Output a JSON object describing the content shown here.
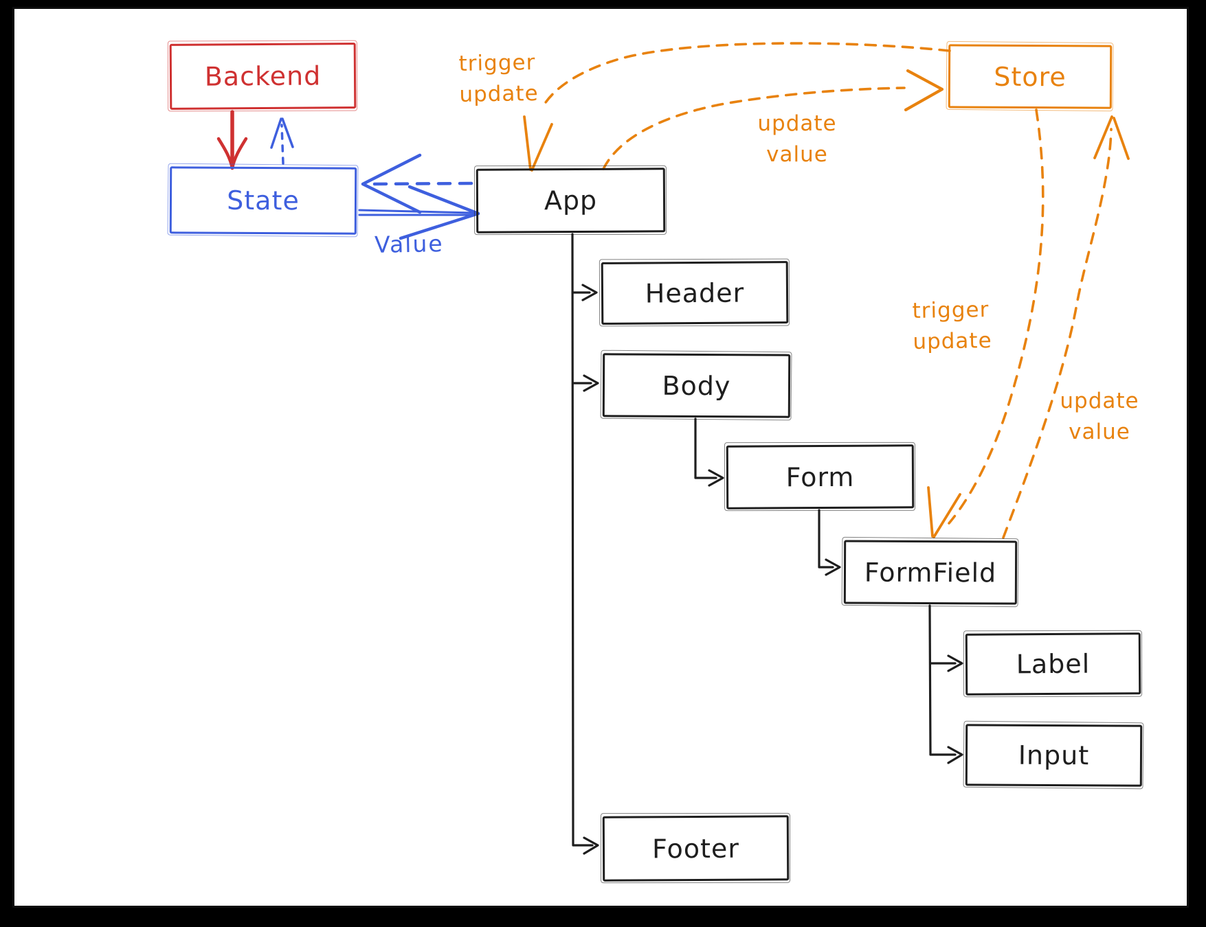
{
  "diagram": {
    "nodes": {
      "backend": {
        "label": "Backend",
        "color": "#cf3131"
      },
      "state": {
        "label": "State",
        "color": "#3e5fde"
      },
      "app": {
        "label": "App",
        "color": "#1e1e1e"
      },
      "header": {
        "label": "Header",
        "color": "#1e1e1e"
      },
      "body": {
        "label": "Body",
        "color": "#1e1e1e"
      },
      "form": {
        "label": "Form",
        "color": "#1e1e1e"
      },
      "formfield": {
        "label": "FormField",
        "color": "#1e1e1e"
      },
      "label": {
        "label": "Label",
        "color": "#1e1e1e"
      },
      "input": {
        "label": "Input",
        "color": "#1e1e1e"
      },
      "footer": {
        "label": "Footer",
        "color": "#1e1e1e"
      },
      "store": {
        "label": "Store",
        "color": "#e8820e"
      }
    },
    "edge_labels": {
      "trigger_update_top": "trigger\nupdate",
      "update_value_top": "update\nvalue",
      "trigger_update_right": "trigger\nupdate",
      "update_value_right": "update\nvalue",
      "value": "Value"
    },
    "colors": {
      "orange": "#e8820e",
      "blue": "#3e5fde",
      "red": "#cf3131",
      "black": "#1e1e1e"
    }
  }
}
